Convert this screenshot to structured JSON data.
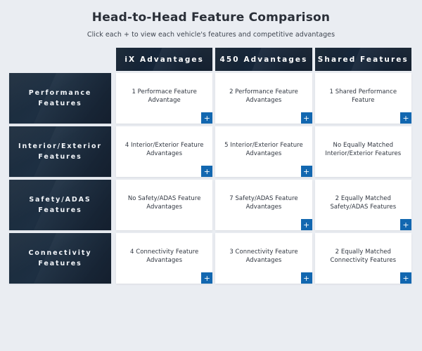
{
  "header": {
    "title": "Head-to-Head Feature Comparison",
    "subtitle": "Click each + to view each vehicle's features and competitive advantages"
  },
  "colors": {
    "background": "#eaedf2",
    "panel_dark": "#16263a",
    "row_label_dark": "#1d2f42",
    "accent_blue": "#1267b0",
    "cell_bg": "#ffffff",
    "title_text": "#2a2f38"
  },
  "table": {
    "columns": [
      {
        "label": "iX Advantages"
      },
      {
        "label": "450 Advantages"
      },
      {
        "label": "Shared Features"
      }
    ],
    "rows": [
      {
        "label": "Performance Features",
        "cells": [
          {
            "text": "1 Performace Feature Advantage",
            "expand_label": "+",
            "has_expand": true
          },
          {
            "text": "2 Performance Feature Advantages",
            "expand_label": "+",
            "has_expand": true
          },
          {
            "text": "1 Shared Performance Feature",
            "expand_label": "+",
            "has_expand": true
          }
        ]
      },
      {
        "label": "Interior/Exterior Features",
        "cells": [
          {
            "text": "4 Interior/Exterior Feature Advantages",
            "expand_label": "+",
            "has_expand": true
          },
          {
            "text": "5 Interior/Exterior Feature Advantages",
            "expand_label": "+",
            "has_expand": true
          },
          {
            "text": "No Equally Matched Interior/Exterior Features",
            "expand_label": "",
            "has_expand": false
          }
        ]
      },
      {
        "label": "Safety/ADAS Features",
        "cells": [
          {
            "text": "No Safety/ADAS Feature Advantages",
            "expand_label": "",
            "has_expand": false
          },
          {
            "text": "7 Safety/ADAS Feature Advantages",
            "expand_label": "+",
            "has_expand": true
          },
          {
            "text": "2 Equally Matched Safety/ADAS Features",
            "expand_label": "+",
            "has_expand": true
          }
        ]
      },
      {
        "label": "Connectivity Features",
        "cells": [
          {
            "text": "4 Connectivity Feature Advantages",
            "expand_label": "+",
            "has_expand": true
          },
          {
            "text": "3 Connectivity Feature Advantages",
            "expand_label": "+",
            "has_expand": true
          },
          {
            "text": "2 Equally Matched Connectivity Features",
            "expand_label": "+",
            "has_expand": true
          }
        ]
      }
    ]
  }
}
